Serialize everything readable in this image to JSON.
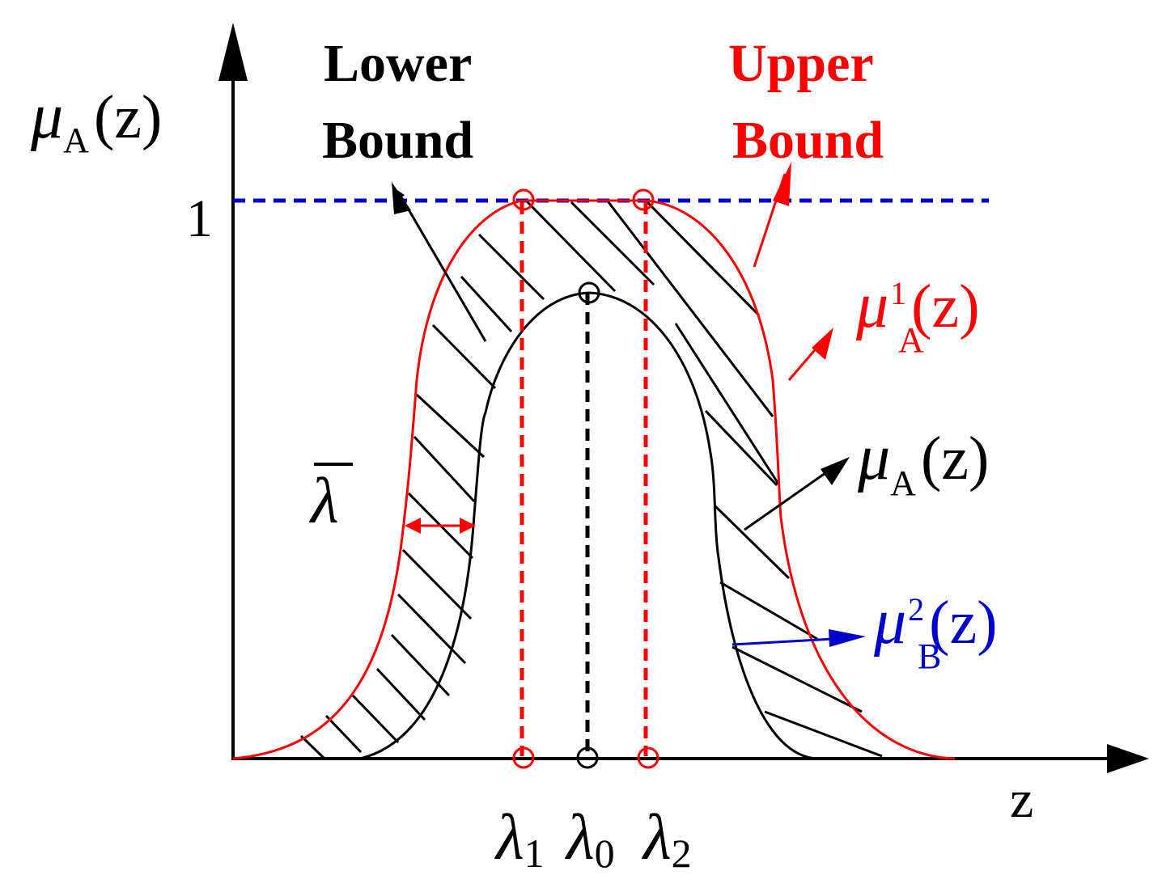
{
  "y_axis": {
    "symbol": "μ",
    "subscript": "A",
    "argument": "(z)",
    "tick_label": "1"
  },
  "x_axis": {
    "label": "z",
    "ticks": [
      {
        "symbol": "λ",
        "subscript": "1"
      },
      {
        "symbol": "λ",
        "subscript": "0"
      },
      {
        "symbol": "λ",
        "subscript": "2"
      }
    ]
  },
  "labels": {
    "lower_bound_line1": "Lower",
    "lower_bound_line2": "Bound",
    "upper_bound_line1": "Upper",
    "upper_bound_line2": "Bound",
    "lambda_bar": "λ",
    "mu_a1": {
      "symbol": "μ",
      "superscript": "1",
      "subscript": "A",
      "argument": "(z)"
    },
    "mu_a": {
      "symbol": "μ",
      "subscript": "A",
      "argument": "(z)"
    },
    "mu_b2": {
      "symbol": "μ",
      "superscript": "2",
      "subscript": "B",
      "argument": "(z)"
    }
  },
  "colors": {
    "upper": "#ff0000",
    "lower": "#000000",
    "dashed_one": "#0000cc",
    "mu_b": "#0000cc",
    "axes": "#000000"
  }
}
